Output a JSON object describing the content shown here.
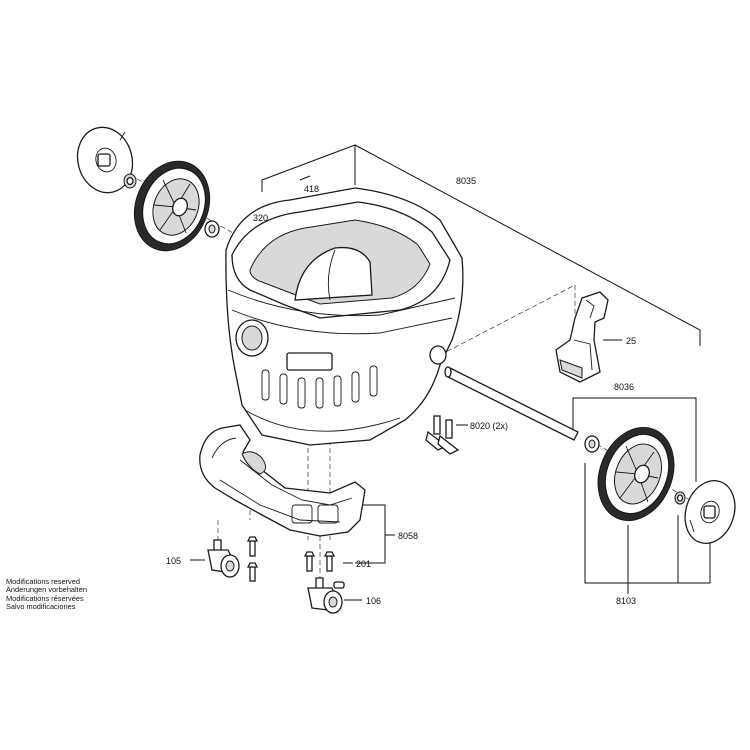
{
  "callouts": {
    "c8035": "8035",
    "c418": "418",
    "c320": "320",
    "c25": "25",
    "c8036": "8036",
    "c8020": "8020 (2x)",
    "c8058": "8058",
    "c105": "105",
    "c201": "201",
    "c106": "106",
    "c8103": "8103"
  },
  "notes": [
    "Modifications reserved",
    "Änderungen vorbehalten",
    "Modifications réservées",
    "Salvo modificaciones"
  ]
}
